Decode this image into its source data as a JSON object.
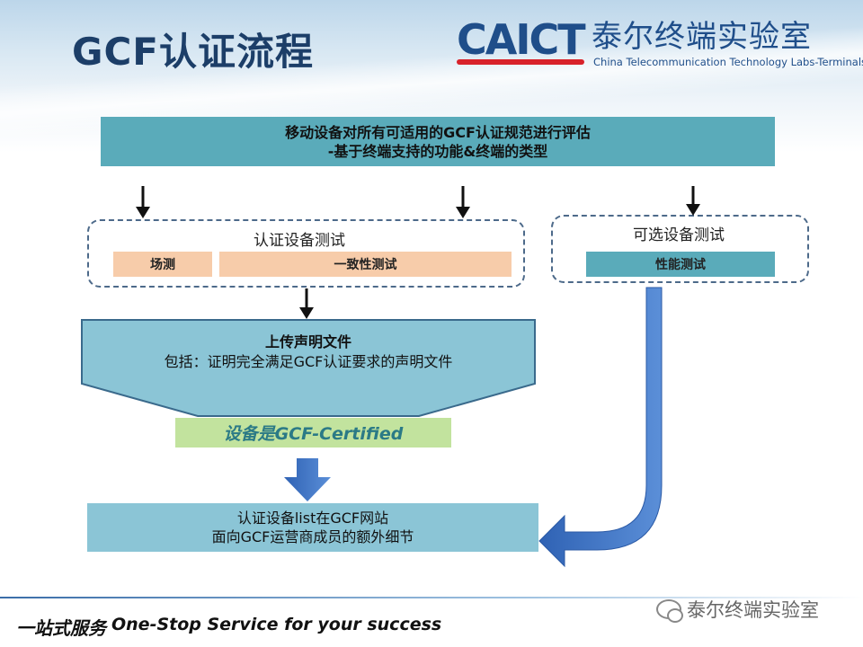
{
  "title": "GCF认证流程",
  "logo": {
    "brand": "CAICT",
    "name_cn": "泰尔终端实验室",
    "name_en": "China Telecommunication Technology Labs-Terminals"
  },
  "flow": {
    "top_box": {
      "line1": "移动设备对所有可适用的GCF认证规范进行评估",
      "line2": "-基于终端支持的功能&终端的类型"
    },
    "certification_test": {
      "title": "认证设备测试",
      "items": [
        "场测",
        "一致性测试"
      ]
    },
    "optional_test": {
      "title": "可选设备测试",
      "items": [
        "性能测试"
      ]
    },
    "upload": {
      "title": "上传声明文件",
      "desc": "包括：证明完全满足GCF认证要求的声明文件"
    },
    "certified": "设备是GCF-Certified",
    "listing": {
      "line1": "认证设备list在GCF网站",
      "line2": "面向GCF运营商成员的额外细节"
    }
  },
  "footer": {
    "slogan_cn": "一站式服务",
    "slogan_en": "One-Stop Service for your success",
    "watermark": "泰尔终端实验室"
  },
  "colors": {
    "teal": "#5aabba",
    "salmon": "#f7ccaa",
    "light_blue": "#8bc5d6",
    "green": "#c2e39e",
    "arrow_blue": "#3a72c4",
    "title_navy": "#1c3e68"
  }
}
